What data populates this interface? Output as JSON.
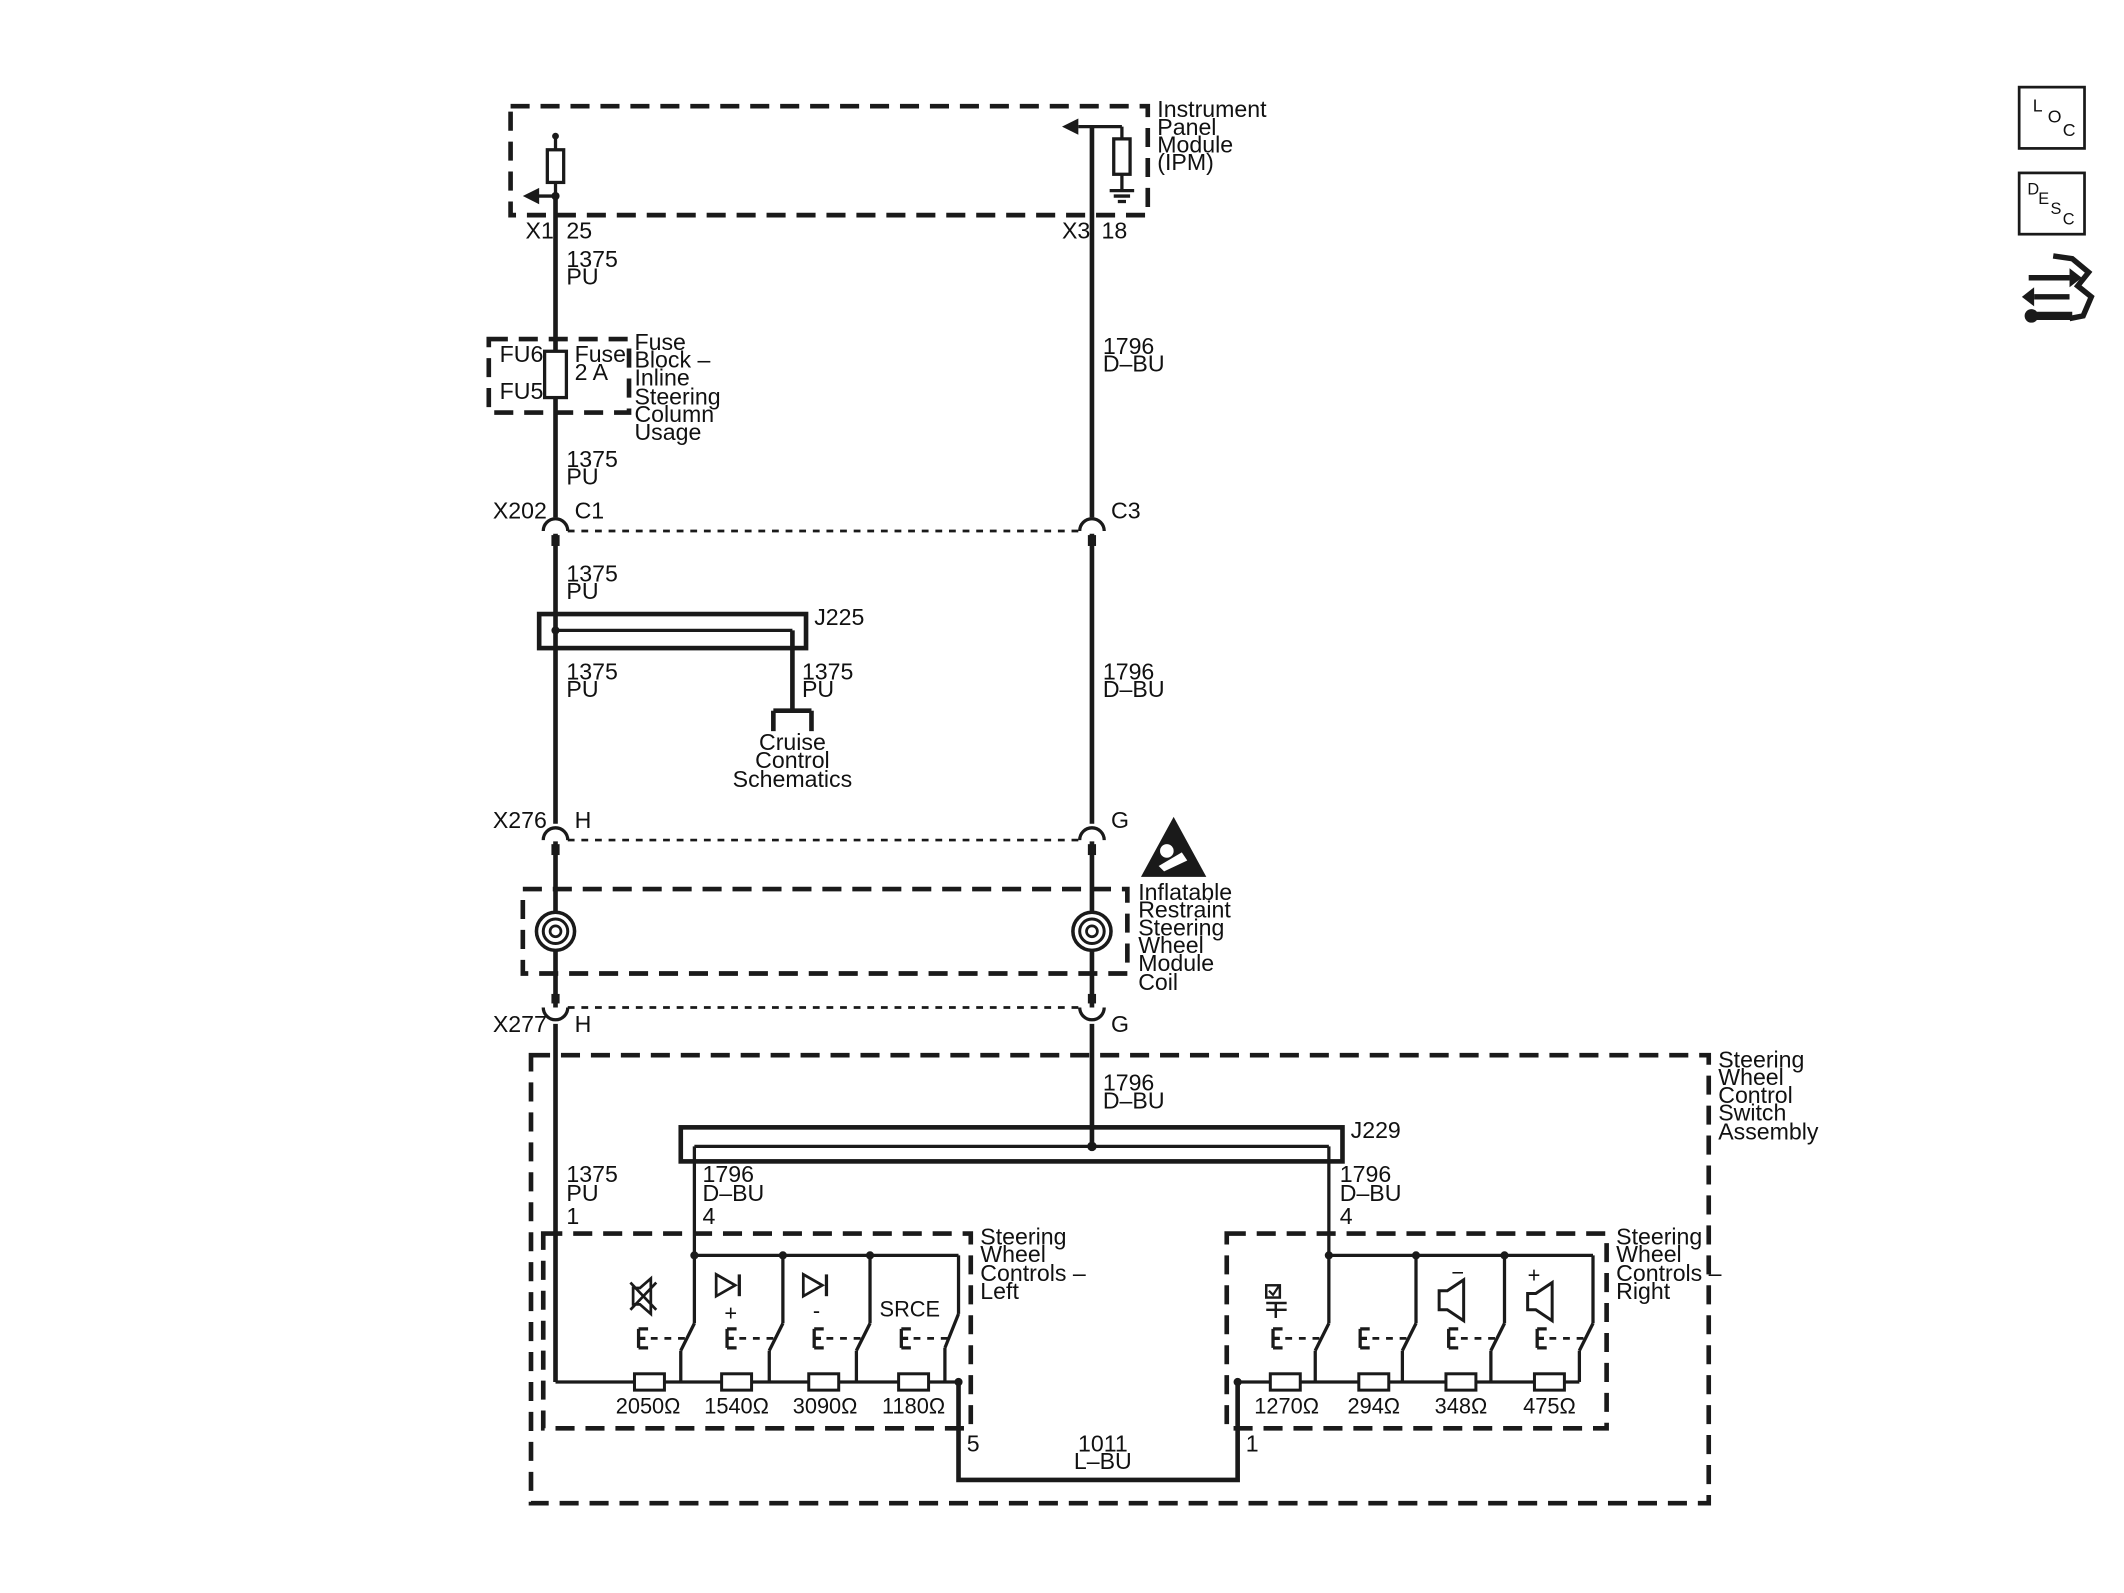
{
  "ipm": {
    "title_lines": [
      "Instrument",
      "Panel",
      "Module",
      "(IPM)"
    ],
    "conn_left": "X1",
    "pin_left": "25",
    "conn_right": "X3",
    "pin_right": "18"
  },
  "fuse": {
    "fu_top": "FU6",
    "fu_bottom": "FU5",
    "rating_lines": [
      "Fuse",
      "2 A"
    ],
    "block_lines": [
      "Fuse",
      "Block –",
      "Inline",
      "Steering",
      "Column",
      "Usage"
    ]
  },
  "wire_pu": {
    "circuit": "1375",
    "color": "PU"
  },
  "wire_dbu": {
    "circuit": "1796",
    "color": "D–BU"
  },
  "wire_lbu": {
    "circuit": "1011",
    "color": "L–BU"
  },
  "x202": {
    "name": "X202",
    "left": "C1",
    "right": "C3"
  },
  "j225": {
    "name": "J225",
    "dest_lines": [
      "Cruise",
      "Control",
      "Schematics"
    ]
  },
  "x276": {
    "name": "X276",
    "left": "H",
    "right": "G"
  },
  "coil": {
    "label_lines": [
      "Inflatable",
      "Restraint",
      "Steering",
      "Wheel",
      "Module",
      "Coil"
    ]
  },
  "x277": {
    "name": "X277",
    "left": "H",
    "right": "G"
  },
  "switch_assembly": {
    "label_lines": [
      "Steering",
      "Wheel",
      "Control",
      "Switch",
      "Assembly"
    ]
  },
  "j229": {
    "name": "J229"
  },
  "left_controls": {
    "label_lines": [
      "Steering",
      "Wheel",
      "Controls –",
      "Left"
    ],
    "pin_pu": "1",
    "pin_dbu": "4",
    "pin_out": "5",
    "resistors": [
      "2050Ω",
      "1540Ω",
      "3090Ω",
      "1180Ω"
    ],
    "switch_icons": [
      "mute-icon",
      "seek-up-icon",
      "seek-down-icon",
      "source-icon"
    ],
    "source_label": "SRCE",
    "plus": "+",
    "minus": "-"
  },
  "right_controls": {
    "label_lines": [
      "Steering",
      "Wheel",
      "Controls –",
      "Right"
    ],
    "pin_dbu": "4",
    "pin_out": "1",
    "resistors": [
      "1270Ω",
      "294Ω",
      "348Ω",
      "475Ω"
    ],
    "switch_icons": [
      "preset-icon",
      "blank-icon",
      "volume-down-icon",
      "volume-up-icon"
    ],
    "plus": "+",
    "minus": "−"
  },
  "nav": {
    "loc": [
      "L",
      "O",
      "C"
    ],
    "desc": [
      "D",
      "E",
      "S",
      "C"
    ],
    "tool_icon": "wrench-arrows-icon"
  }
}
